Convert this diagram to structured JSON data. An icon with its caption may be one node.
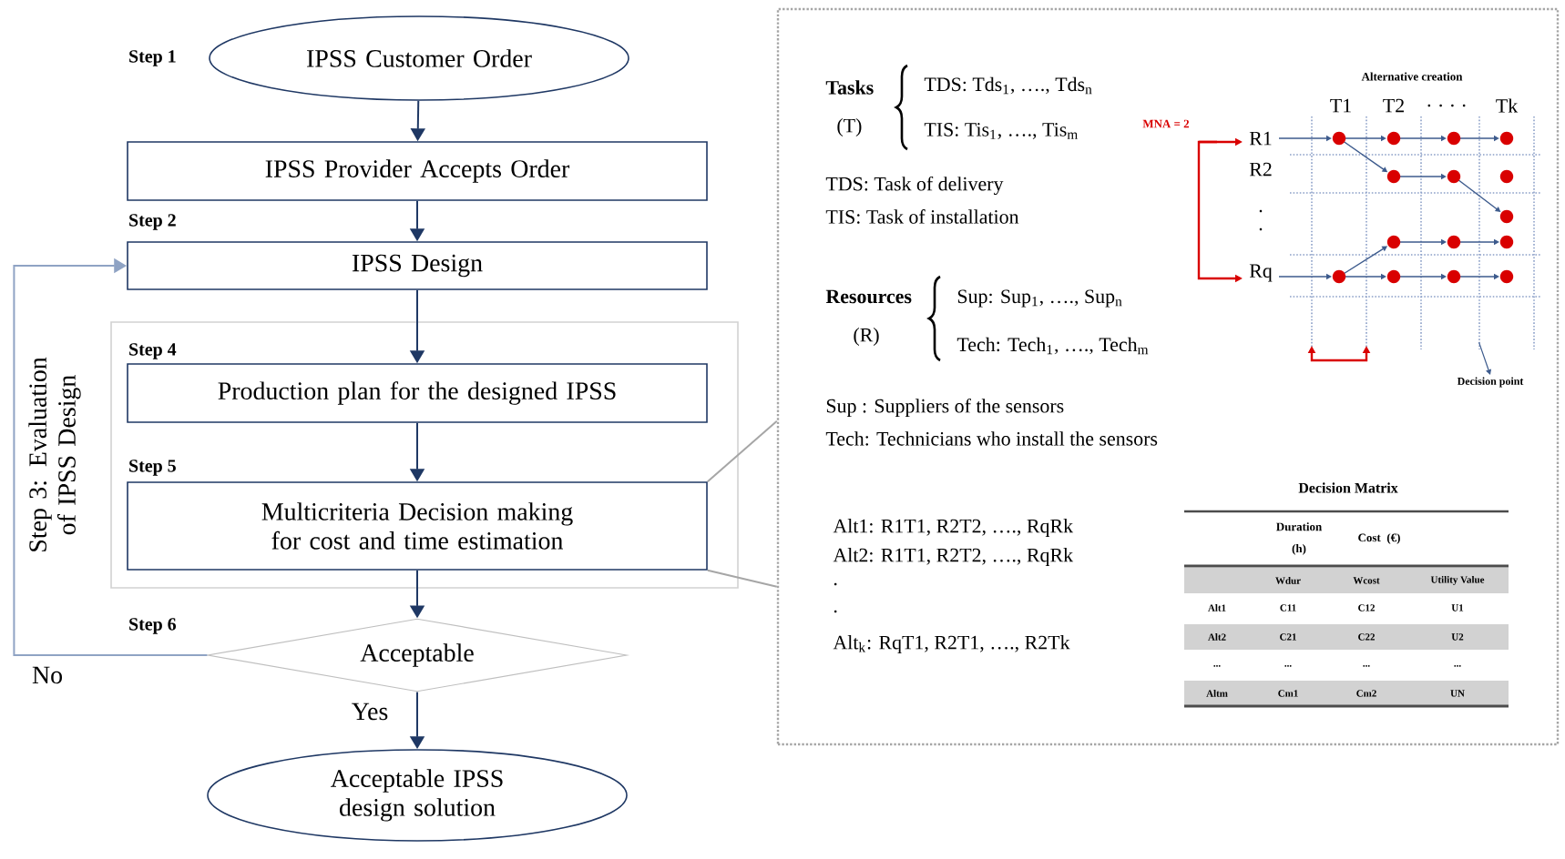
{
  "diagram": {
    "nodes": [
      {
        "text": [
          "IPSS Customer Order"
        ],
        "beside": [
          "Step 1"
        ]
      },
      {
        "text": [
          "IPSS Provider Accepts Order"
        ]
      },
      {
        "text": [
          "IPSS Design"
        ],
        "beside": [
          "Step 2"
        ]
      },
      {
        "text": [
          "Step 3: Evaluation of IPSS Design"
        ]
      },
      {
        "text": [
          "Production plan for the designed IPSS"
        ],
        "in": 3,
        "beside": [
          "Step 4"
        ]
      },
      {
        "text": [
          "Multicriteria Decision making for cost and time estimation"
        ],
        "in": 3,
        "beside": [
          "Step 5"
        ]
      },
      {
        "text": [
          "Acceptable"
        ],
        "beside": [
          "Step 6"
        ]
      },
      {
        "text": [
          "Acceptable IPSS design solution"
        ]
      },
      {
        "text": [],
        "shape": "box"
      },
      {
        "text": [],
        "shape": "picture",
        "in": 8
      },
      {
        "text": [
          "Decision point"
        ],
        "in": 8
      }
    ],
    "edges": [
      {
        "from": 0,
        "to": 1,
        "arrow": "to"
      },
      {
        "from": 1,
        "to": 2,
        "arrow": "to"
      },
      {
        "from": 2,
        "to": 4,
        "arrow": "to"
      },
      {
        "from": 4,
        "to": 5,
        "arrow": "to"
      },
      {
        "from": 5,
        "to": 6,
        "arrow": "to"
      },
      {
        "from": 6,
        "to": 7,
        "arrow": "to",
        "label": "Yes"
      },
      {
        "from": 6,
        "to": 2,
        "arrow": "to",
        "label": "No",
        "color": "#8fa3c4"
      },
      {
        "from": 5,
        "to": 8,
        "arrow": "none",
        "color": "#a6a6a6"
      },
      {
        "from": 5,
        "to": 8,
        "arrow": "none",
        "color": "#a6a6a6"
      },
      {
        "from": 9,
        "to": 10,
        "arrow": "to",
        "color": "#3c5a8c"
      }
    ],
    "labels": [
      "Tasks",
      "(T)",
      "TDS: Tds$_{1}$, …., Tds$_{n}$",
      "TIS: Tis$_{1}$, …., Tis$_{m}$",
      "TDS: Task of delivery",
      "TIS: Task of installation",
      "Resources",
      "(R)",
      "Sup: Sup$_{1}$, …., Sup$_{n}$",
      "Tech: Tech$_{1}$, …., Tech$_{m}$",
      "Sup : Suppliers of the sensors",
      "Tech: Technicians who install the sensors",
      "Alternative creation",
      "T1",
      "T2",
      ". . . .",
      "Tk",
      "MNA = 2",
      "R1",
      "R2",
      ".",
      ".",
      "Rq",
      "Alt1: R1T1, R2T2, …., RqRk",
      "Alt2: R1T1, R2T2, …., RqRk",
      ".",
      ".",
      "Alt$_{k}$: RqT1, R2T1, …., R2Tk",
      "Decision Matrix",
      "Duration (h)",
      "Cost (€)",
      "Wdur",
      "Wcost",
      "Utility Value",
      "Alt1",
      "C11",
      "C12",
      "U1",
      "Alt2",
      "C21",
      "C22",
      "U2",
      "...",
      "...",
      "...",
      "...",
      "Altm",
      "Cm1",
      "Cm2",
      "UN"
    ]
  }
}
